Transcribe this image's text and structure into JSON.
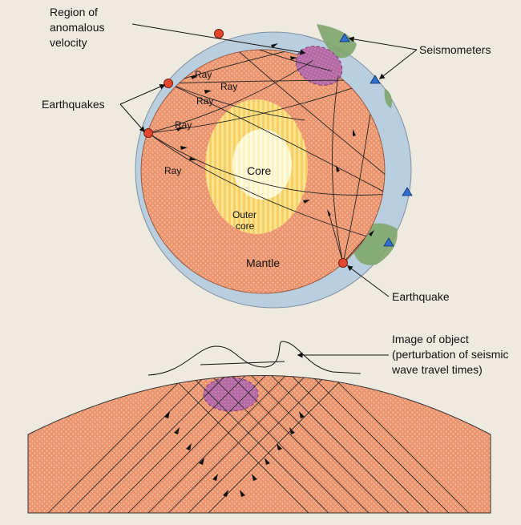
{
  "labels": {
    "anomalous_region": [
      "Region of",
      "anomalous",
      "velocity"
    ],
    "seismometers": "Seismometers",
    "earthquakes": "Earthquakes",
    "earthquake": "Earthquake",
    "ray": "Ray",
    "core": "Core",
    "outer_core": [
      "Outer",
      "core"
    ],
    "mantle": "Mantle",
    "image_of_object": [
      "Image of object",
      "(perturbation of seismic",
      "wave travel times)"
    ]
  },
  "colors": {
    "background": "#eeeae0",
    "mantle": "#ec9470",
    "mantle_dots": "#f6c3a0",
    "crust_blue": "#b9cfe0",
    "land_green": "#7fa66e",
    "outer_core": "#f7cf64",
    "outer_core_stripe": "#fbe48f",
    "inner_core": "#fdf4c4",
    "anomaly": "#b56aa6",
    "earthquake_dot": "#e2482d",
    "seismometer": "#2f6fd0"
  }
}
